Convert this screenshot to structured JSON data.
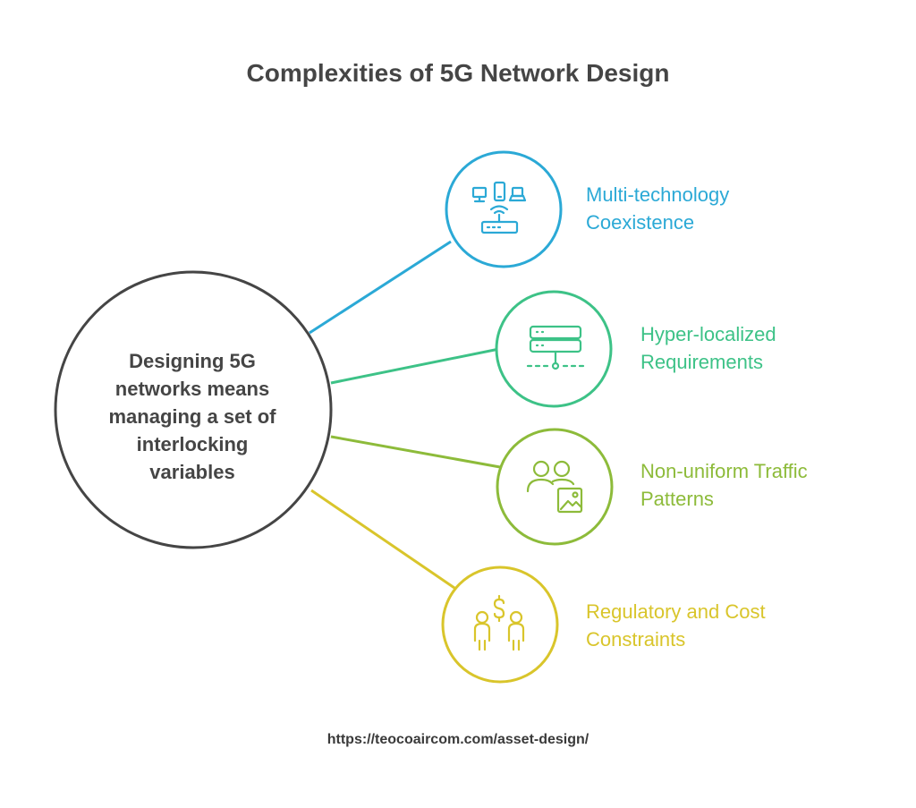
{
  "title": "Complexities of 5G Network Design",
  "center": {
    "lines": [
      "Designing 5G",
      "networks means",
      "managing a set of",
      "interlocking",
      "variables"
    ]
  },
  "branches": [
    {
      "lines": [
        "Multi-technology",
        "Coexistence"
      ],
      "color": "#2ba9d6",
      "icon": "devices-router-icon"
    },
    {
      "lines": [
        "Hyper-localized",
        "Requirements"
      ],
      "color": "#3dc287",
      "icon": "server-rack-icon"
    },
    {
      "lines": [
        "Non-uniform Traffic",
        "Patterns"
      ],
      "color": "#8dbb3a",
      "icon": "users-image-icon"
    },
    {
      "lines": [
        "Regulatory and Cost",
        "Constraints"
      ],
      "color": "#d9c52b",
      "icon": "people-dollar-icon"
    }
  ],
  "source_url": "https://teocoaircom.com/asset-design/"
}
